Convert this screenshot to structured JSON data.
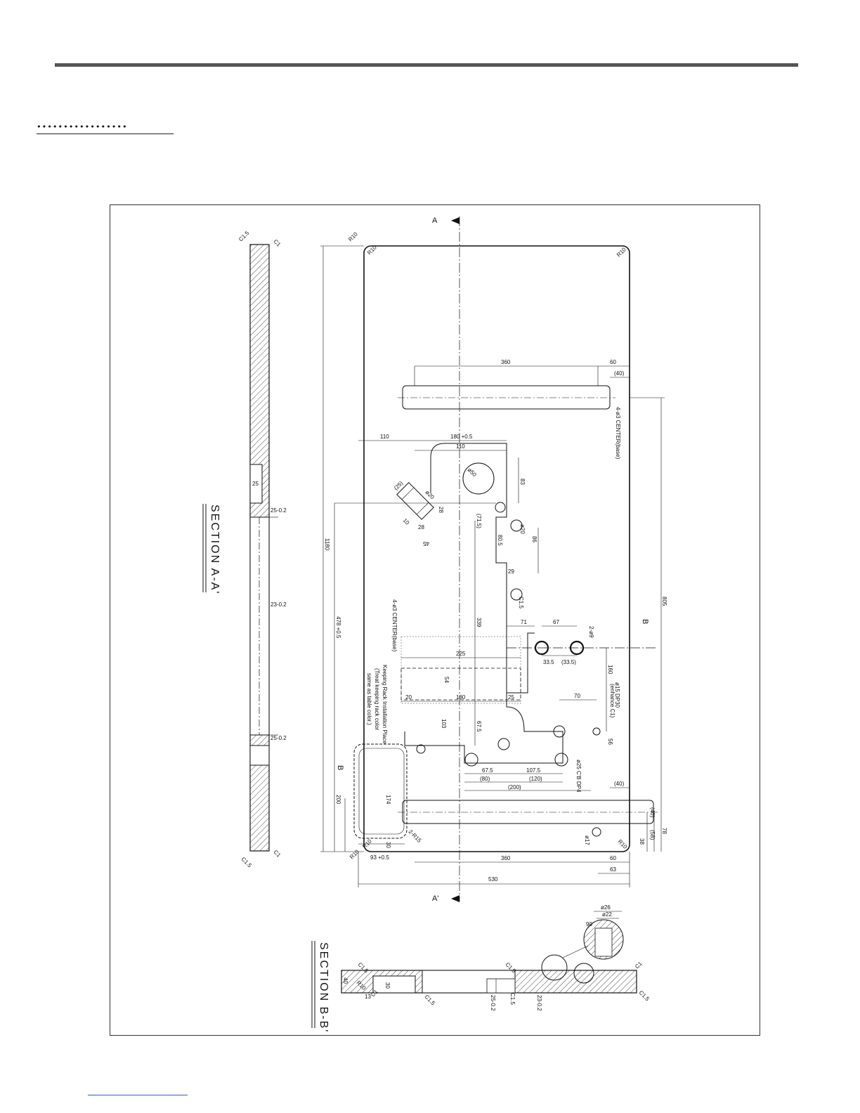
{
  "header": {
    "dots": "•••••••••••••••••"
  },
  "sections": {
    "aa": "SECTION A-A'",
    "bb": "SECTION B-B'"
  },
  "markers": {
    "a": "A",
    "a_prime": "A'",
    "b": "B"
  },
  "dims": {
    "d1180": "1180",
    "d530": "530",
    "d360a": "360",
    "d60a": "60",
    "d40a": "(40)",
    "d360b": "360",
    "d60b": "60",
    "d63": "63",
    "d40b": "(40)",
    "d40c": "(40)",
    "d58": "(58)",
    "d38": "38",
    "d78": "78",
    "d805": "805",
    "d110a": "110",
    "d180tol": "180 +0.5",
    "d110b": "110",
    "d83": "83",
    "d50": "ø50",
    "d25a": "(25)",
    "d20a": "ø20",
    "d28a": "28",
    "d28b": "28",
    "d10": "10",
    "d45": "45",
    "d715": "(71.5)",
    "d805b": "80.5",
    "d86": "86",
    "d29": "29",
    "dphi20": "ø20",
    "d339": "339",
    "d71": "71",
    "d67": "67",
    "d2phi": "2-ø9",
    "d335a": "33.5",
    "d335b": "(33.5)",
    "d225": "225",
    "d54": "54",
    "d20b": "20",
    "d180b": "180",
    "d25b": "25",
    "d70": "70",
    "d160": "160",
    "d15": "ø15 DP30",
    "d103": "103",
    "d675": "67.5",
    "d1075": "107.5",
    "d80": "(80)",
    "d120": "(120)",
    "d200": "(200)",
    "d200b": "200",
    "d174": "174",
    "d30": "30",
    "d93": "93 +0.5",
    "d478": "478 +0.5",
    "d25cb": "ø25 C'B DP4",
    "d56": "56",
    "d2r15": "2-R15",
    "d17": "ø17",
    "r10a": "R10",
    "r10b": "R10",
    "r10c": "R10",
    "r10d": "R10",
    "r10e": "R10",
    "r10f": "R10",
    "cl5a": "C1.5",
    "cl5b": "C1.5",
    "cl5c": "C1.5",
    "c1a": "C1",
    "c1b": "C1",
    "sa25": "25",
    "sa25b": "25-0.2",
    "sa23": "23-0.2",
    "sa25c": "25-0.2",
    "bb40": "40",
    "bb30": "30",
    "bb13": "13",
    "bb25": "25-0.2",
    "bb23": "23-0.2",
    "bb26": "ø26",
    "bb22": "ø22",
    "bb90": "90"
  },
  "notes": {
    "center_top": "4-ø3 CENTER(base)",
    "center_left": "4-ø3 CENTER(base)",
    "keeping1": "Keeping Rack Installation Place",
    "keeping2": "(Treat keeping rack color",
    "keeping3": "same as table color.)",
    "enhance": "(enhance C1)"
  }
}
